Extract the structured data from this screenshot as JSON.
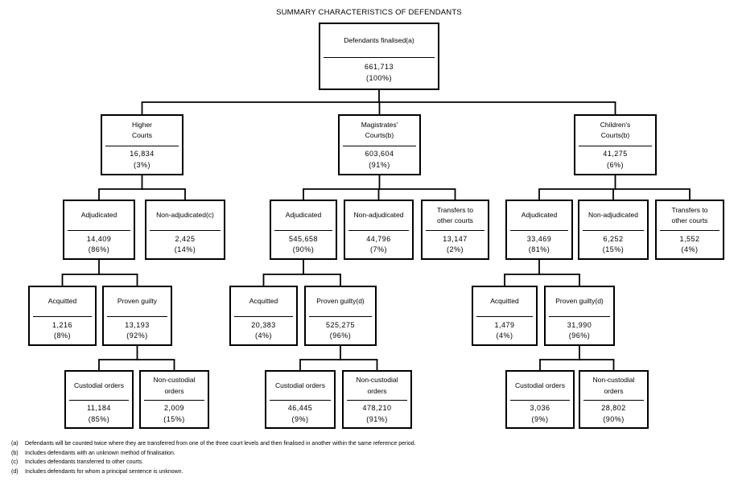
{
  "title": "SUMMARY CHARACTERISTICS OF DEFENDANTS",
  "nodes": {
    "root": {
      "label": "Defendants finalised(a)",
      "value": "661,713",
      "pct": "(100%)"
    },
    "higher": {
      "label": "Higher\nCourts",
      "value": "16,834",
      "pct": "(3%)"
    },
    "magistrates": {
      "label": "Magistrates'\nCourts(b)",
      "value": "603,604",
      "pct": "(91%)"
    },
    "childrens": {
      "label": "Children's\nCourts(b)",
      "value": "41,275",
      "pct": "(6%)"
    },
    "higher_adjudicated": {
      "label": "Adjudicated",
      "value": "14,409",
      "pct": "(86%)"
    },
    "higher_non_adjudicated": {
      "label": "Non-adjudicated(c)",
      "value": "2,425",
      "pct": "(14%)"
    },
    "mag_adjudicated": {
      "label": "Adjudicated",
      "value": "545,658",
      "pct": "(90%)"
    },
    "mag_non_adjudicated": {
      "label": "Non-adjudicated",
      "value": "44,796",
      "pct": "(7%)"
    },
    "mag_transfers": {
      "label": "Transfers to\nother courts",
      "value": "13,147",
      "pct": "(2%)"
    },
    "chi_adjudicated": {
      "label": "Adjudicated",
      "value": "33,469",
      "pct": "(81%)"
    },
    "chi_non_adjudicated": {
      "label": "Non-adjudicated",
      "value": "6,252",
      "pct": "(15%)"
    },
    "chi_transfers": {
      "label": "Transfers to\nother courts",
      "value": "1,552",
      "pct": "(4%)"
    },
    "higher_acquitted": {
      "label": "Acquitted",
      "value": "1,216",
      "pct": "(8%)"
    },
    "higher_proven_guilty": {
      "label": "Proven guilty",
      "value": "13,193",
      "pct": "(92%)"
    },
    "mag_acquitted": {
      "label": "Acquitted",
      "value": "20,383",
      "pct": "(4%)"
    },
    "mag_proven_guilty": {
      "label": "Proven guilty(d)",
      "value": "525,275",
      "pct": "(96%)"
    },
    "chi_acquitted": {
      "label": "Acquitted",
      "value": "1,479",
      "pct": "(4%)"
    },
    "chi_proven_guilty": {
      "label": "Proven guilty(d)",
      "value": "31,990",
      "pct": "(96%)"
    },
    "higher_custodial": {
      "label": "Custodial orders",
      "value": "11,184",
      "pct": "(85%)"
    },
    "higher_non_custodial": {
      "label": "Non-custodial\norders",
      "value": "2,009",
      "pct": "(15%)"
    },
    "mag_custodial": {
      "label": "Custodial orders",
      "value": "46,445",
      "pct": "(9%)"
    },
    "mag_non_custodial": {
      "label": "Non-custodial\norders",
      "value": "478,210",
      "pct": "(91%)"
    },
    "chi_custodial": {
      "label": "Custodial orders",
      "value": "3,036",
      "pct": "(9%)"
    },
    "chi_non_custodial": {
      "label": "Non-custodial\norders",
      "value": "28,802",
      "pct": "(90%)"
    }
  },
  "footnotes": [
    {
      "marker": "(a)",
      "text": "Defendants will be counted twice where they are transferred from one of the three court levels and then finalised in another within the same reference period."
    },
    {
      "marker": "(b)",
      "text": "Includes defendants with an unknown method of finalisation."
    },
    {
      "marker": "(c)",
      "text": "Includes defendants transferred to other courts."
    },
    {
      "marker": "(d)",
      "text": "Includes defendants for whom a principal sentence is unknown."
    }
  ]
}
